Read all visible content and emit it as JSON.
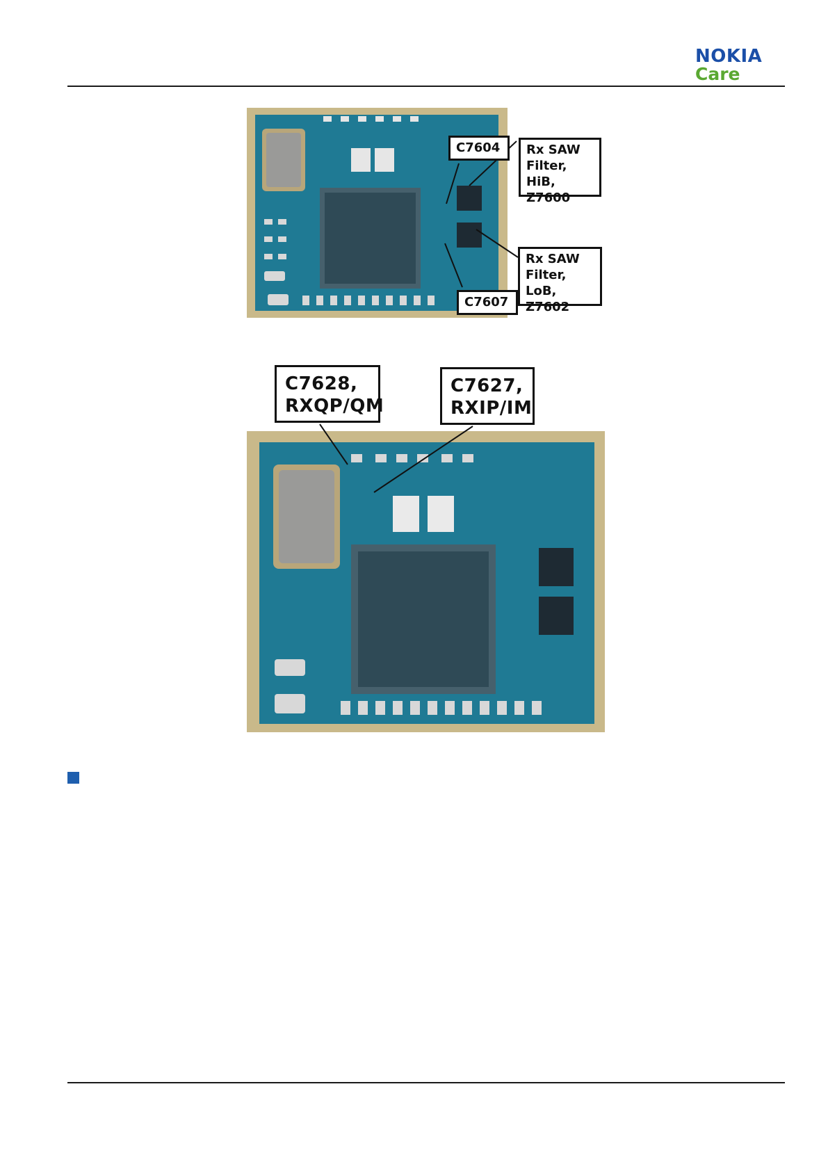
{
  "header": {
    "logo": {
      "brand": "NOKIA",
      "sub": "Care",
      "brand_color": "#1b4fa8",
      "sub_color": "#5aa832"
    }
  },
  "figure1": {
    "callouts": {
      "c7604": "C7604",
      "saw_hib": "Rx SAW\nFilter, HiB,\nZ7600",
      "saw_lob": "Rx SAW\nFilter, LoB,\nZ7602",
      "c7607": "C7607"
    }
  },
  "figure2": {
    "callouts": {
      "c7628": "C7628,\nRXQP/QM",
      "c7627": "C7627,\nRXIP/IM"
    }
  },
  "colors": {
    "pcb": "#1f7a94",
    "pcb_edge": "#c9b98a",
    "bullet": "#1f5fae"
  },
  "icons": {
    "bullet": "square-bullet-icon"
  }
}
